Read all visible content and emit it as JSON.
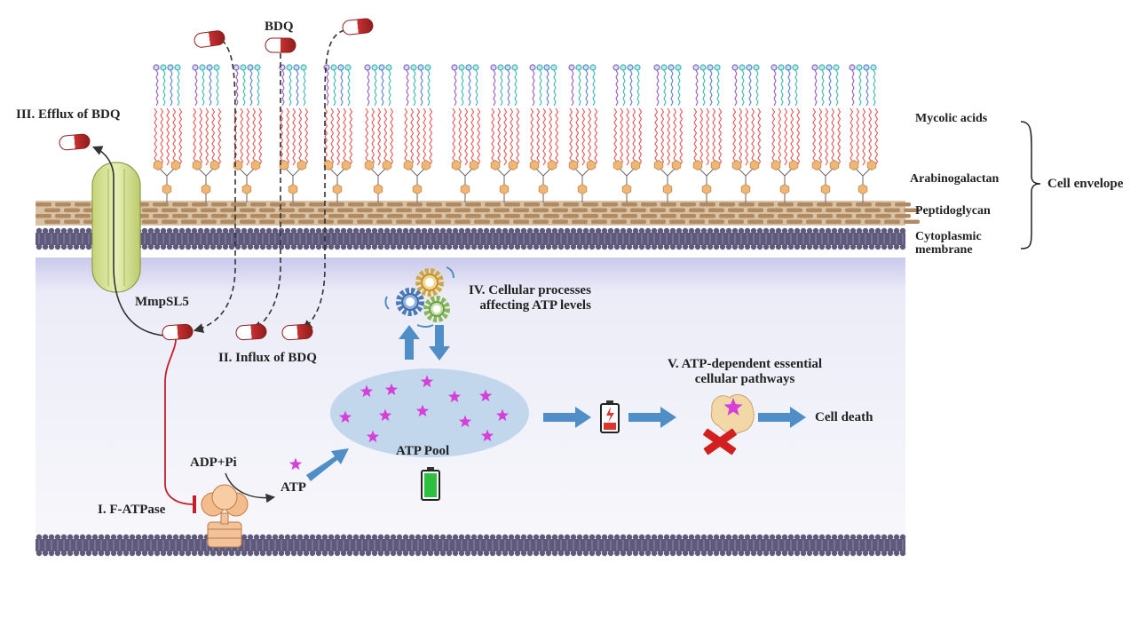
{
  "labels": {
    "bdq_top": "BDQ",
    "efflux": "III. Efflux of BDQ",
    "mmpsl5": "MmpSL5",
    "influx": "II. Influx of BDQ",
    "cellular_processes": "IV. Cellular processes\naffecting ATP levels",
    "atp_pool": "ATP Pool",
    "adp_pi": "ADP+Pi",
    "atp": "ATP",
    "f_atpase": "I. F-ATPase",
    "pathways": "V. ATP-dependent essential\ncellular pathways",
    "cell_death": "Cell death"
  },
  "envelope": {
    "mycolic_acids": "Mycolic acids",
    "arabinogalactan": "Arabinogalactan",
    "peptidoglycan": "Peptidoglycan",
    "cytoplasmic_membrane": "Cytoplasmic\nmembrane",
    "cell_envelope": "Cell envelope"
  },
  "colors": {
    "membrane": "#5f5a7c",
    "peptidoglycan": "#b08a63",
    "mycolic_red": "#e05656",
    "lipid_blue": "#5d7fcf",
    "lipid_purple": "#9b5cc4",
    "lipid_cyan": "#3fb8b5",
    "sugar": "#efb676",
    "bdq_red": "#c93030",
    "arrow_blue": "#4f8ec6",
    "atp_pool": "#c2d7ec",
    "star": "#d63fd8",
    "transporter": "#d6e49a",
    "inhibition": "#c21f2a"
  }
}
